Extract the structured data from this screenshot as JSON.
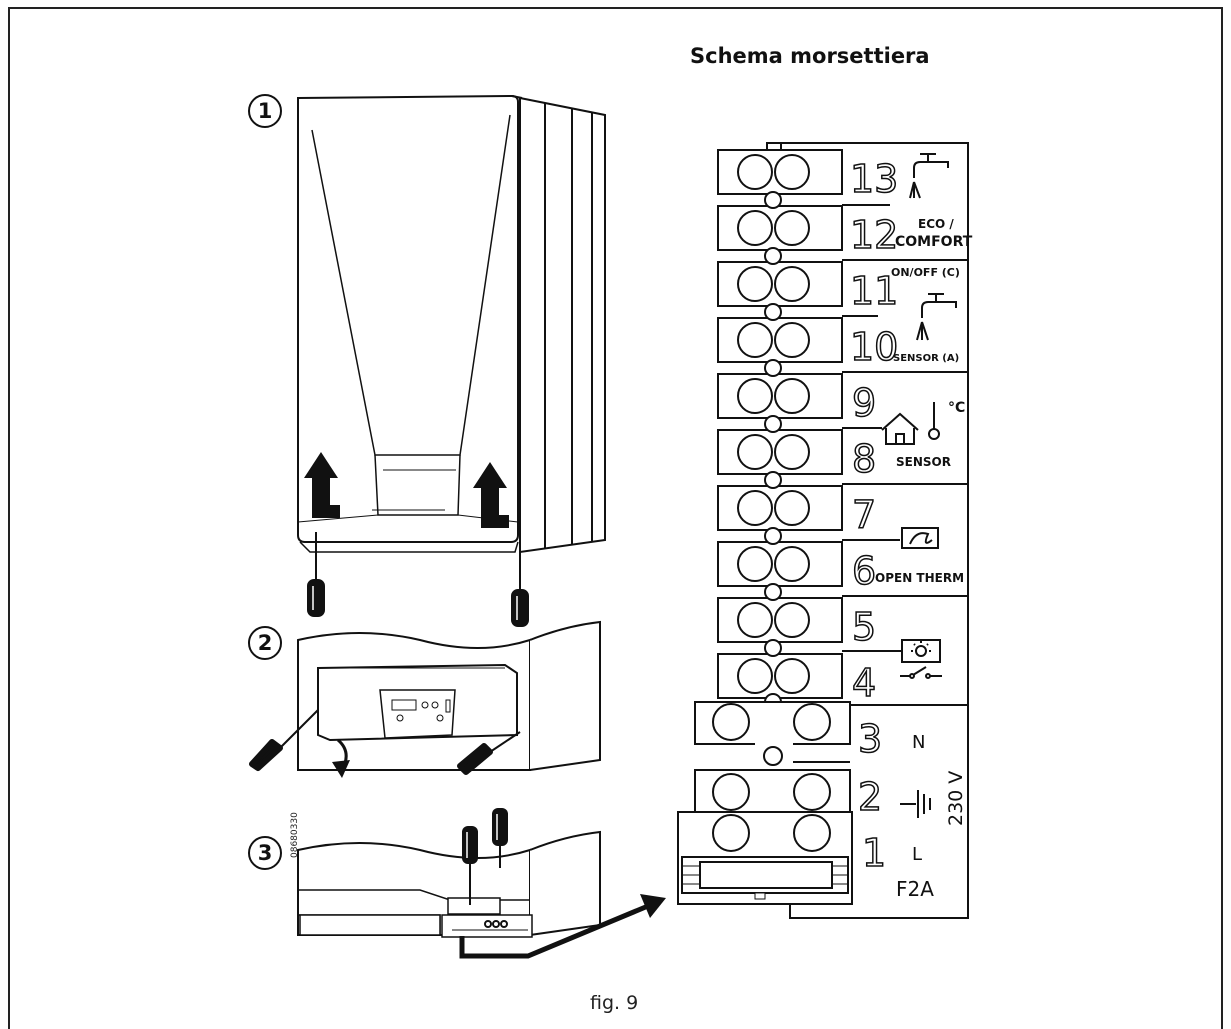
{
  "title": "Schema morsettiera",
  "caption": "fig. 9",
  "drawing_code": "08680330",
  "steps": [
    "1",
    "2",
    "3"
  ],
  "terminals": {
    "t13": "13",
    "t12": "12",
    "t11": "11",
    "t10": "10",
    "t9": "9",
    "t8": "8",
    "t7": "7",
    "t6": "6",
    "t5": "5",
    "t4": "4",
    "t3": "3",
    "t2": "2",
    "t1": "1"
  },
  "labels": {
    "eco": "ECO /",
    "comfort": "COMFORT",
    "onoff": "ON/OFF (C)",
    "sensor_a": "SENSOR (A)",
    "deg_c": "°C",
    "sensor": "SENSOR",
    "open_therm": "OPEN THERM",
    "n": "N",
    "l": "L",
    "voltage": "230 V",
    "fuse": "F2A"
  },
  "icons": [
    "tap-icon",
    "house-thermometer-icon",
    "opentherm-icon",
    "outdoor-sensor-icon",
    "switch-icon",
    "ground-icon",
    "arrow-up-icon",
    "screwdriver-icon"
  ]
}
